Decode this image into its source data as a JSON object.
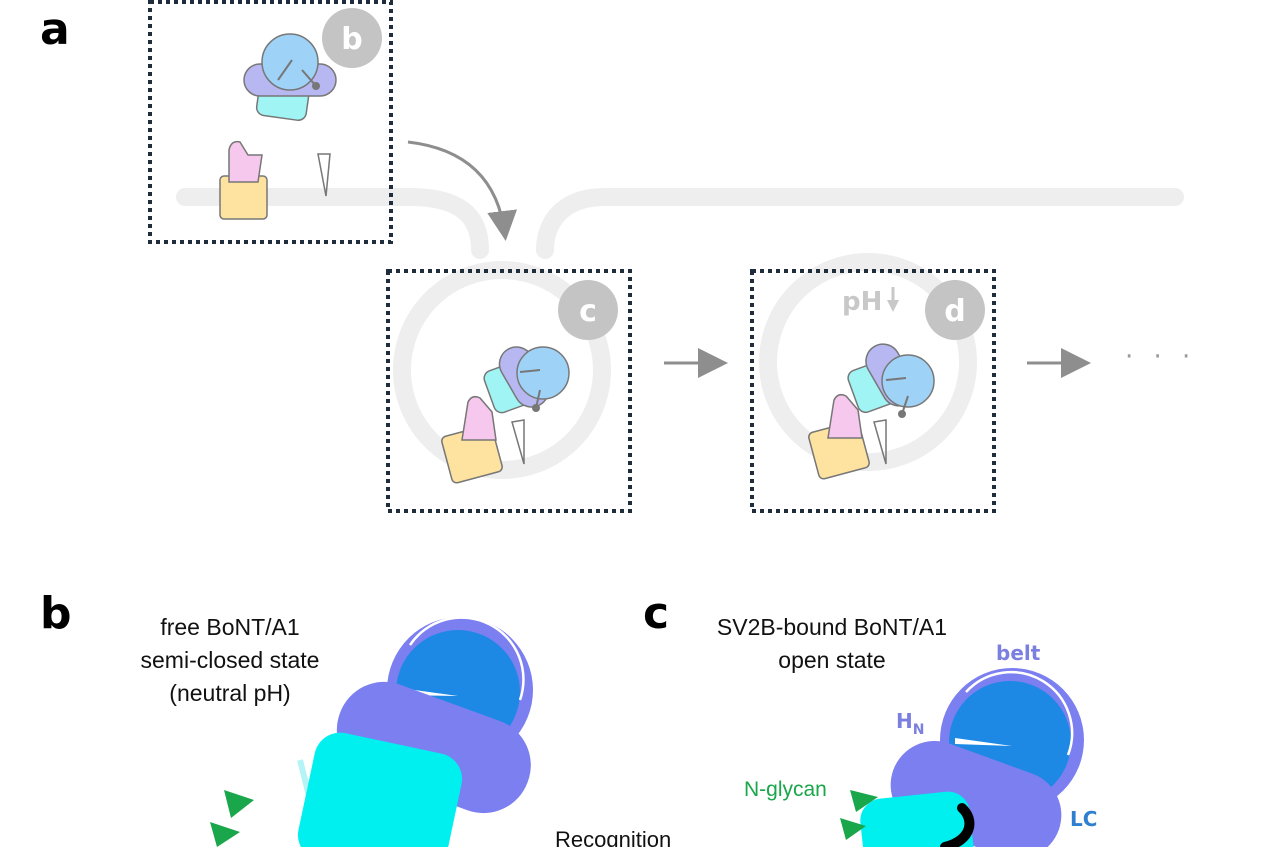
{
  "panels": {
    "a": "a",
    "b": "b",
    "c": "c"
  },
  "badges": {
    "b": "b",
    "c": "c",
    "d": "d"
  },
  "ph_label": "pH",
  "ellipsis": "· · ·",
  "panel_b": {
    "caption_line1": "free BoNT/A1",
    "caption_line2": "semi-closed state",
    "caption_line3": "(neutral pH)"
  },
  "panel_c": {
    "caption_line1": "SV2B-bound BoNT/A1",
    "caption_line2": "open state",
    "label_belt": "belt",
    "label_hn_main": "H",
    "label_hn_sub": "N",
    "label_lc": "LC",
    "label_nglycan": "N-glycan"
  },
  "recognition_text": "Recognition",
  "colors": {
    "lc_blue": "#1e88e5",
    "hn_purple": "#7b7ff0",
    "hc_cyan": "#00f0f0",
    "membrane": "#eeeeee",
    "box_border": "#1f2d3d",
    "badge_gray": "#c4c4c4",
    "arrow_gray": "#8e8e8e",
    "glycan_green": "#1aa64a"
  }
}
